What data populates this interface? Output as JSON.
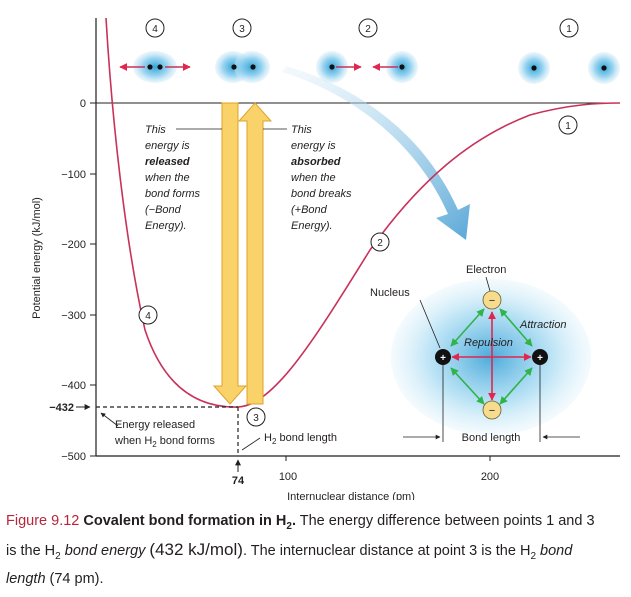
{
  "figure": {
    "y_axis_label": "Potential energy (kJ/mol)",
    "x_axis_label": "Internuclear distance (pm)",
    "y_ticks": [
      "0",
      "−100",
      "−200",
      "−300",
      "−400",
      "−500"
    ],
    "y_marker": "−432",
    "x_ticks": [
      "100",
      "200"
    ],
    "x_marker": "74",
    "stage_numbers": [
      "4",
      "3",
      "2",
      "1"
    ],
    "released_text": [
      "This",
      "energy is",
      "released",
      "when the",
      "bond forms",
      "(−Bond",
      "Energy)."
    ],
    "absorbed_text": [
      "This",
      "energy is",
      "absorbed",
      "when the",
      "bond breaks",
      "(+Bond",
      "Energy)."
    ],
    "energy_released_line1": "Energy released",
    "energy_released_line2_pre": "when H",
    "energy_released_line2_sub": "2",
    "energy_released_line2_post": " bond forms",
    "bond_length_pre": "H",
    "bond_length_sub": "2",
    "bond_length_post": " bond length",
    "inset_electron": "Electron",
    "inset_nucleus": "Nucleus",
    "inset_attraction": "Attraction",
    "inset_repulsion": "Repulsion",
    "inset_bond_length": "Bond length",
    "electron_sign": "−",
    "nucleus_sign": "+",
    "colors": {
      "curve": "#c8325a",
      "arrow_fill": "#f9d26a",
      "arrow_stroke": "#e0a32a",
      "cloud": "#6ec3e8",
      "attraction": "#2fb34a",
      "repulsion": "#e2264d",
      "caption_accent": "#b8263c"
    }
  },
  "caption": {
    "number": "Figure 9.12",
    "title_pre": "Covalent bond formation in H",
    "title_sub": "2",
    "title_post": ".",
    "line1": " The energy difference between points 1 and 3",
    "line2_pre": "is the H",
    "line2_sub": "2",
    "line2_ital": " bond energy ",
    "line2_value": "(432 kJ/mol)",
    "line2_post": ". The internuclear distance at point 3 is the H",
    "line2_sub2": "2",
    "line2_ital2": " bond",
    "line3_ital": "length",
    "line3_post": " (74 pm)."
  }
}
